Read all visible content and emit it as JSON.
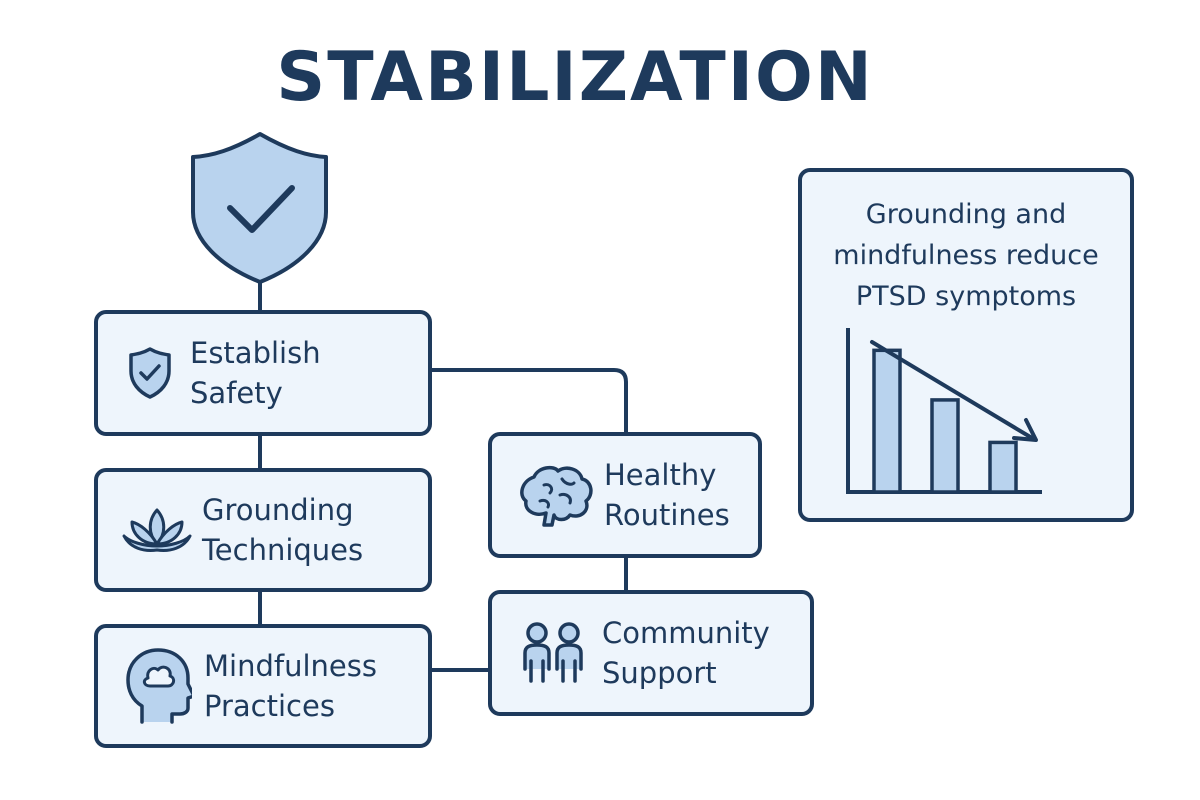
{
  "title": "STABILIZATION",
  "steps": [
    {
      "id": "establish-safety",
      "lines": [
        "Establish",
        "Safety"
      ],
      "icon": "shield-check-icon"
    },
    {
      "id": "grounding-techniques",
      "lines": [
        "Grounding",
        "Techniques"
      ],
      "icon": "lotus-icon"
    },
    {
      "id": "mindfulness-practices",
      "lines": [
        "Mindfulness",
        "Practices"
      ],
      "icon": "head-brain-icon"
    },
    {
      "id": "healthy-routines",
      "lines": [
        "Healthy",
        "Routines"
      ],
      "icon": "brain-icon"
    },
    {
      "id": "community-support",
      "lines": [
        "Community",
        "Support"
      ],
      "icon": "people-icon"
    }
  ],
  "callout": {
    "lines": [
      "Grounding and",
      "mindfulness reduce",
      "PTSD symptoms"
    ]
  },
  "chart_data": {
    "type": "bar",
    "values": [
      4,
      2.6,
      1.4
    ],
    "trend": "decreasing"
  },
  "colors": {
    "primary": "#1e3a5c",
    "box_fill": "#eef5fc",
    "icon_fill": "#b9d3ee",
    "bar_fill": "#b9d3ee"
  }
}
